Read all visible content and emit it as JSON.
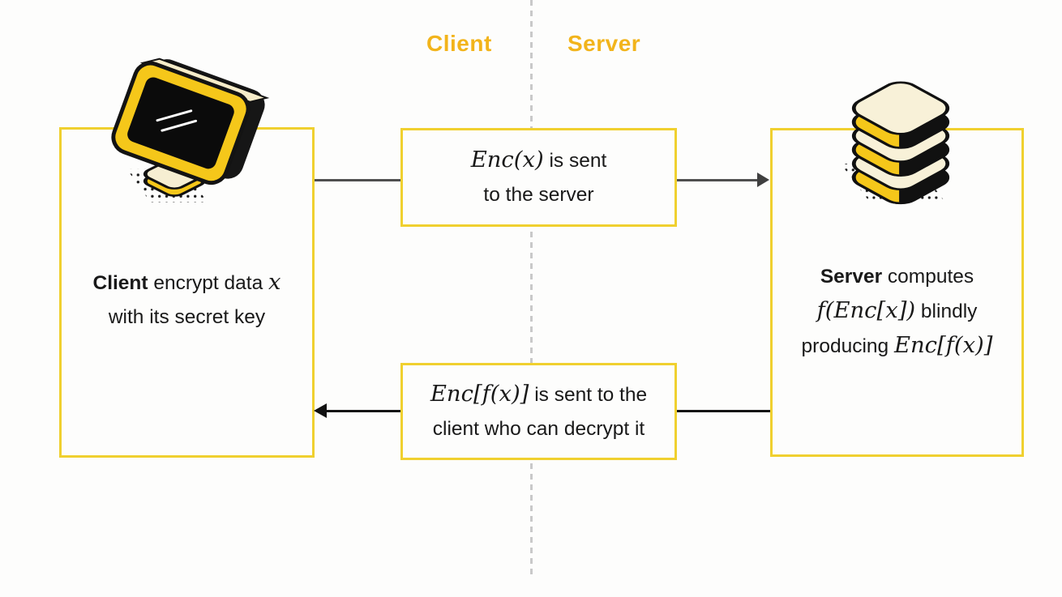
{
  "header": {
    "client": "Client",
    "server": "Server"
  },
  "boxes": {
    "client": {
      "line1": {
        "bold": "Client",
        "text": " encrypt data ",
        "math": "x"
      },
      "line2": "with its secret key"
    },
    "server": {
      "line1": {
        "bold": "Server",
        "text": " computes"
      },
      "line2": {
        "math": "f(Enc[x])",
        "text": " blindly"
      },
      "line3": {
        "text": "producing ",
        "math": "Enc[f(x)]"
      }
    },
    "top_message": {
      "line1": {
        "math": "Enc(x)",
        "text": "  is sent"
      },
      "line2": "to the server"
    },
    "bottom_message": {
      "line1": {
        "math": "Enc[f(x)]",
        "text": " is sent to the"
      },
      "line2": "client who can decrypt it"
    }
  },
  "arrows": {
    "top": "client-to-server",
    "bottom": "server-to-client"
  },
  "icons": {
    "client": "computer-monitor",
    "server": "database-stack"
  },
  "colors": {
    "box_border_yellow": "#f0d02f",
    "header_gold": "#f2b41b",
    "icon_yellow": "#f5c71a",
    "icon_cream": "#f6eed2",
    "ink_black": "#141414",
    "arrow_gray": "#4f4f4f",
    "dash_gray": "#c9c9c9",
    "background": "#fdfdfc"
  }
}
